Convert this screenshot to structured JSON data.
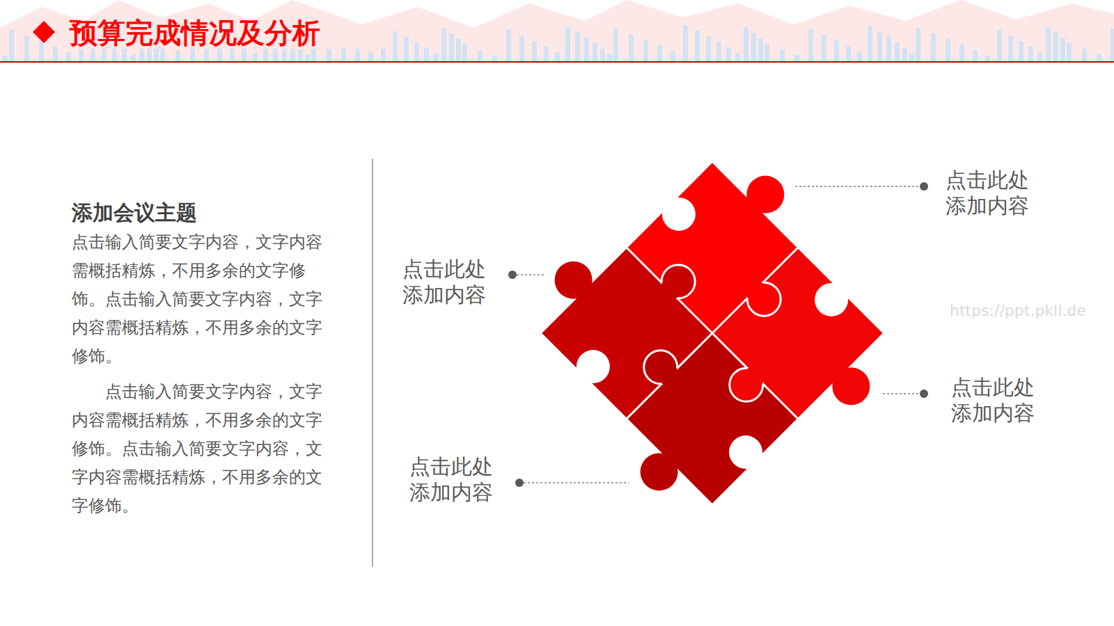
{
  "diagram": {
    "title": "预算完成情况及分析",
    "labels": [
      "添加会议主题",
      "点击输入简要文字内容，文字内容需概括精炼，不用多余的文字修饰。点击输入简要文字内容，文字内容需概括精炼，不用多余的文字修饰。",
      "点击输入简要文字内容，文字内容需概括精炼，不用多余的文字修饰。点击输入简要文字内容，文字内容需概括精炼，不用多余的文字修饰。",
      "点击此处 添加内容",
      "点击此处 添加内容",
      "点击此处 添加内容",
      "点击此处 添加内容",
      "https://ppt.pkll.de"
    ]
  }
}
